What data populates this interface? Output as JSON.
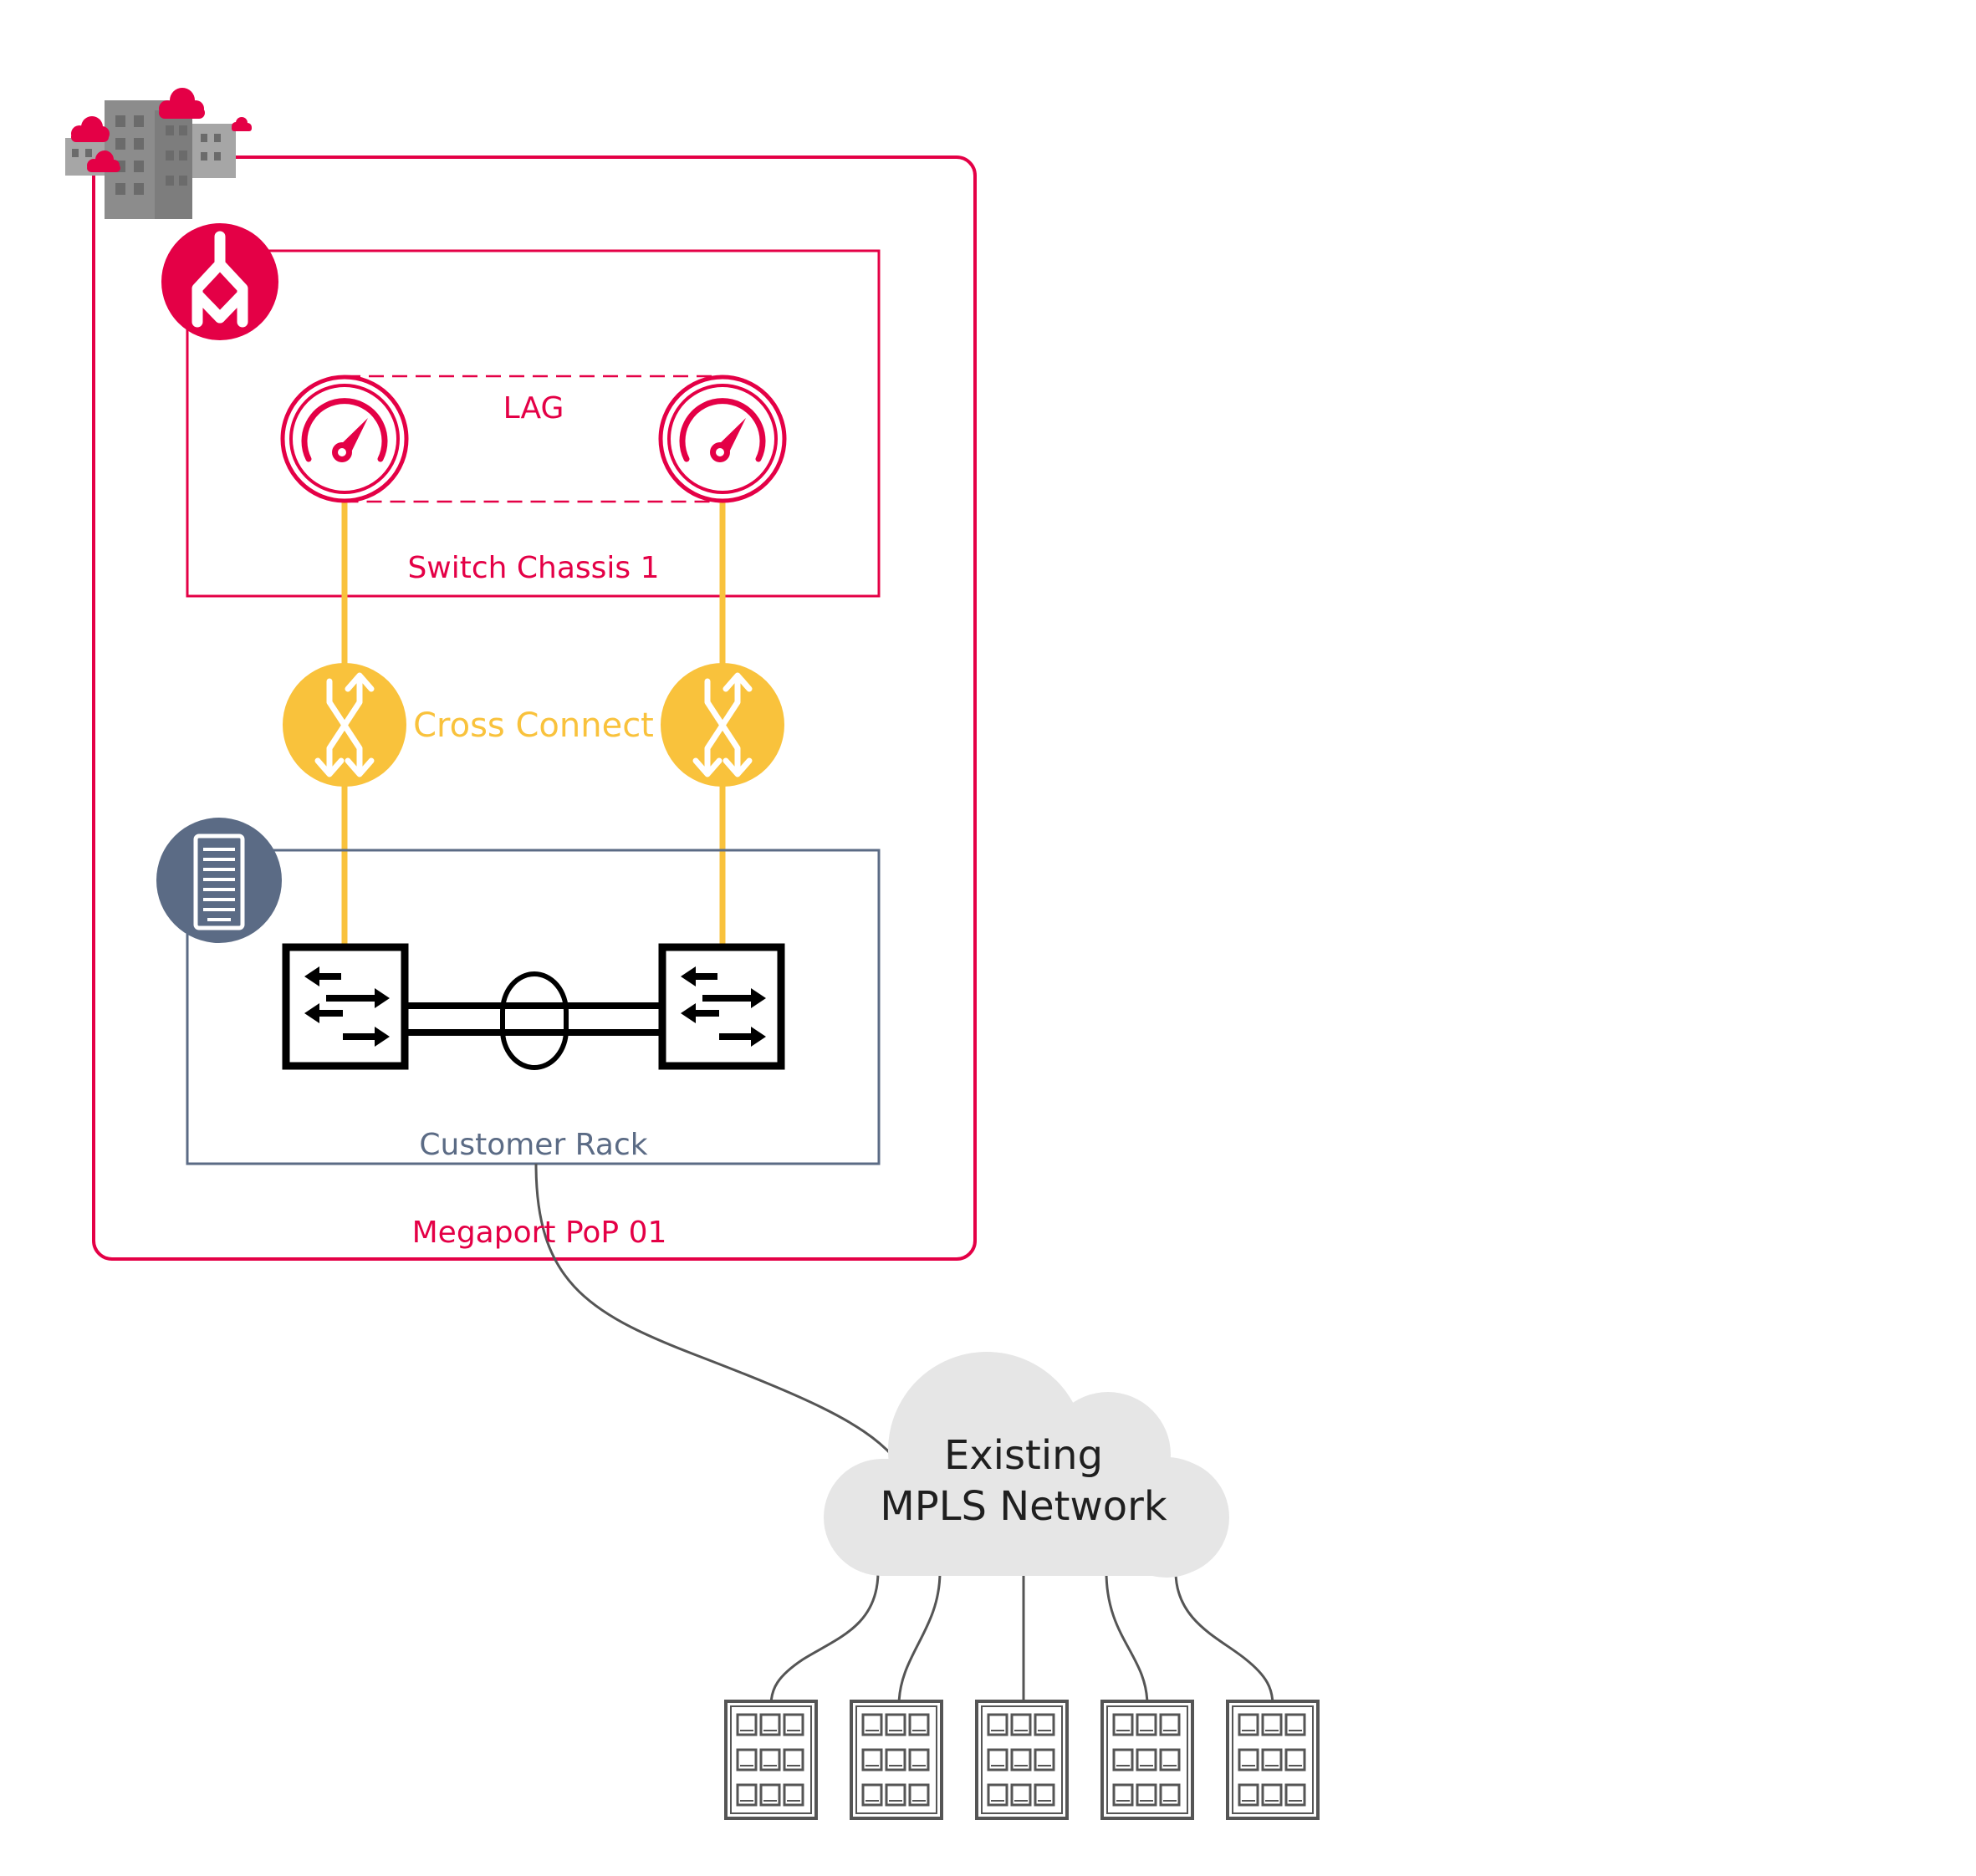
{
  "labels": {
    "lag": "LAG",
    "switch_chassis": "Switch Chassis 1",
    "cross_connect": "Cross Connect",
    "customer_rack": "Customer Rack",
    "pop": "Megaport PoP 01",
    "cloud_line1": "Existing",
    "cloud_line2": "MPLS Network"
  },
  "icons": {
    "datacenter": "datacenter-buildings-icon",
    "megaport": "megaport-logo-icon",
    "port": "port-speedometer-icon",
    "cross_connect": "cross-connect-icon",
    "rack": "server-rack-icon",
    "switch": "network-switch-icon",
    "branch": "branch-office-building-icon"
  },
  "colors": {
    "brand": "#e40046",
    "cross_connect": "#f9c23c",
    "rack": "#5b6b85",
    "cloud": "#e6e6e6",
    "line": "#555555",
    "building_gray": "#8c8c8c"
  },
  "branch_count": 5
}
